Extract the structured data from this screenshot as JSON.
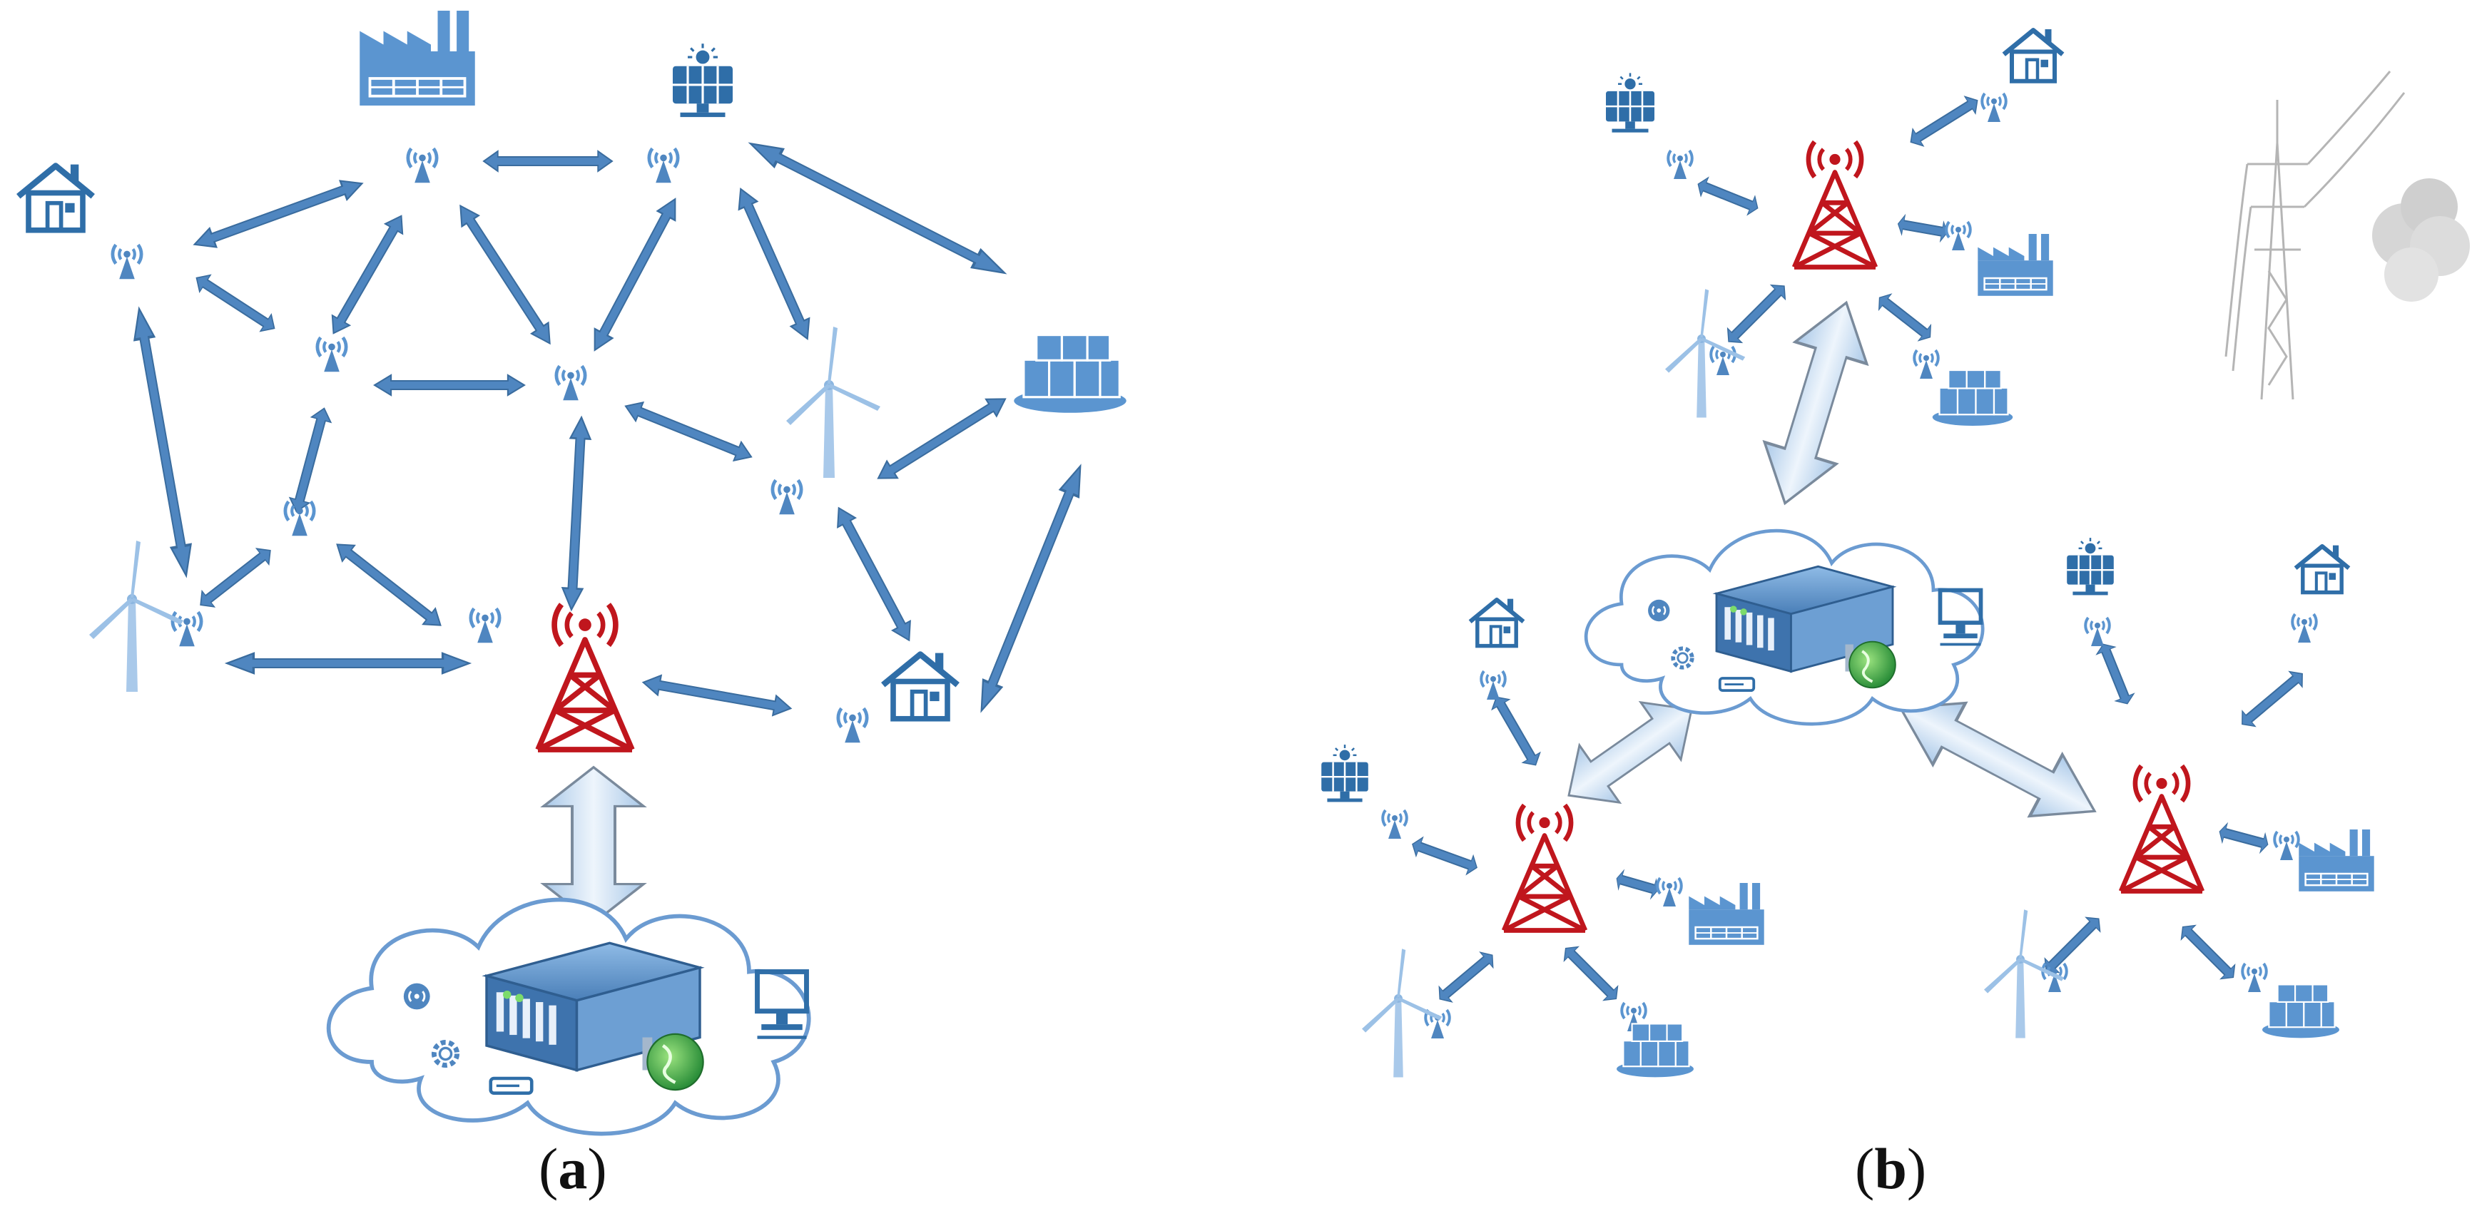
{
  "figure": {
    "panels": [
      {
        "id": "a",
        "label_open": "(",
        "label_letter": "a",
        "label_close": ")"
      },
      {
        "id": "b",
        "label_open": "(",
        "label_letter": "b",
        "label_close": ")"
      }
    ]
  },
  "colors": {
    "icon_blue": "#5b95d0",
    "icon_dark_blue": "#2f6ea8",
    "arrow_blue": "#4f86c0",
    "arrow_edge": "#3a6c9e",
    "tower_red": "#c0161d",
    "cloud_stroke": "#6b9bd1",
    "cloud_fill": "#ffffff",
    "big_arrow_fill": "#cfe2f5",
    "big_arrow_edge": "#7a8a9c",
    "server_body": "#4a7fb8",
    "globe_green": "#3fae49",
    "grey": "#b5b5b5"
  },
  "icons": [
    "house-icon",
    "factory-icon",
    "solar-panel-icon",
    "wind-turbine-icon",
    "battery-storage-icon",
    "antenna-icon",
    "cell-tower-icon",
    "cloud-icon",
    "server-icon",
    "globe-icon",
    "monitor-icon",
    "gear-icon",
    "router-icon",
    "wifi-icon",
    "power-pylon-icon",
    "smoke-icon"
  ]
}
